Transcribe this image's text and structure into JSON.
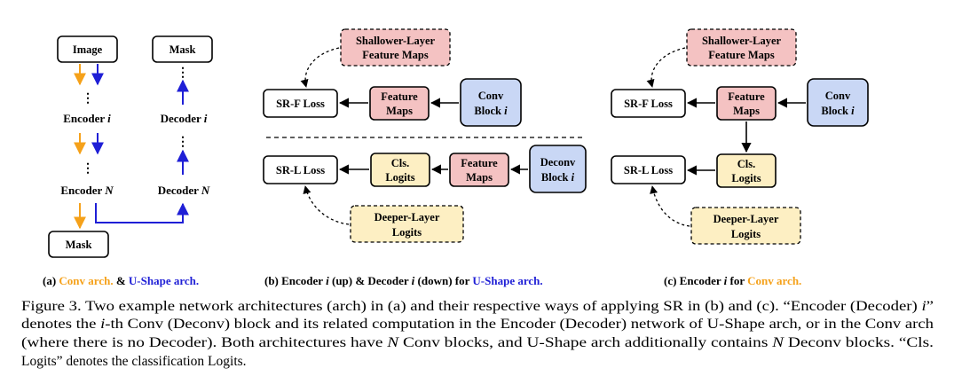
{
  "figure": {
    "colors": {
      "orange": "#f5a11a",
      "blue": "#1f1fd6",
      "red_fill": "#f4c2c2",
      "blue_fill": "#c9d7f5",
      "yellow_fill": "#fdefc3"
    },
    "panel_a": {
      "image": "Image",
      "mask_top": "Mask",
      "encoder_i": "Encoder",
      "encoder_n": "Encoder",
      "decoder_i": "Decoder",
      "decoder_n": "Decoder",
      "mask_bottom": "Mask",
      "var_i": "i",
      "var_n": "N"
    },
    "panel_b": {
      "shallower_1": "Shallower-Layer",
      "shallower_2": "Feature Maps",
      "srf_loss": "SR-F Loss",
      "feature_1": "Feature",
      "feature_2": "Maps",
      "conv_1": "Conv",
      "conv_2": "Block",
      "srl_loss": "SR-L Loss",
      "cls_1": "Cls.",
      "cls_2": "Logits",
      "feature_low_1": "Feature",
      "feature_low_2": "Maps",
      "deconv_1": "Deconv",
      "deconv_2": "Block",
      "deeper_1": "Deeper-Layer",
      "deeper_2": "Logits",
      "var_i": "i"
    },
    "panel_c": {
      "shallower_1": "Shallower-Layer",
      "shallower_2": "Feature Maps",
      "srf_loss": "SR-F Loss",
      "feature_1": "Feature",
      "feature_2": "Maps",
      "conv_1": "Conv",
      "conv_2": "Block",
      "srl_loss": "SR-L Loss",
      "cls_1": "Cls.",
      "cls_2": "Logits",
      "deeper_1": "Deeper-Layer",
      "deeper_2": "Logits",
      "var_i": "i"
    },
    "subcaptions": {
      "a": {
        "prefix": "(a) ",
        "conv": "Conv arch.",
        "amp": " & ",
        "ushape": "U-Shape arch."
      },
      "b": {
        "prefix": "(b) Encoder ",
        "var1": "i",
        "mid": " (up) & Decoder ",
        "var2": "i",
        "suffix": " (down) for ",
        "ushape": "U-Shape arch."
      },
      "c": {
        "prefix": "(c) Encoder ",
        "var": "i",
        "mid": " for ",
        "conv": "Conv arch."
      }
    },
    "caption": {
      "line1_a": "Figure 3. Two example network architectures (arch) in (a) and their respective ways of applying SR in (b) and (c). “Encoder (Decoder) ",
      "line1_var": "i",
      "line1_b": "”",
      "line2_a": "denotes the ",
      "line2_var": "i",
      "line2_b": "-th Conv (Deconv) block and its related computation in the Encoder (Decoder) network of U-Shape arch, or in the Conv arch",
      "line3": "(where there is no Decoder). Both architectures have ",
      "line3_var": "N",
      "line3_b": " Conv blocks, and U-Shape arch additionally contains ",
      "line3_var2": "N",
      "line3_c": " Deconv blocks. “Cls.",
      "line4": "Logits” denotes the classification Logits."
    }
  }
}
